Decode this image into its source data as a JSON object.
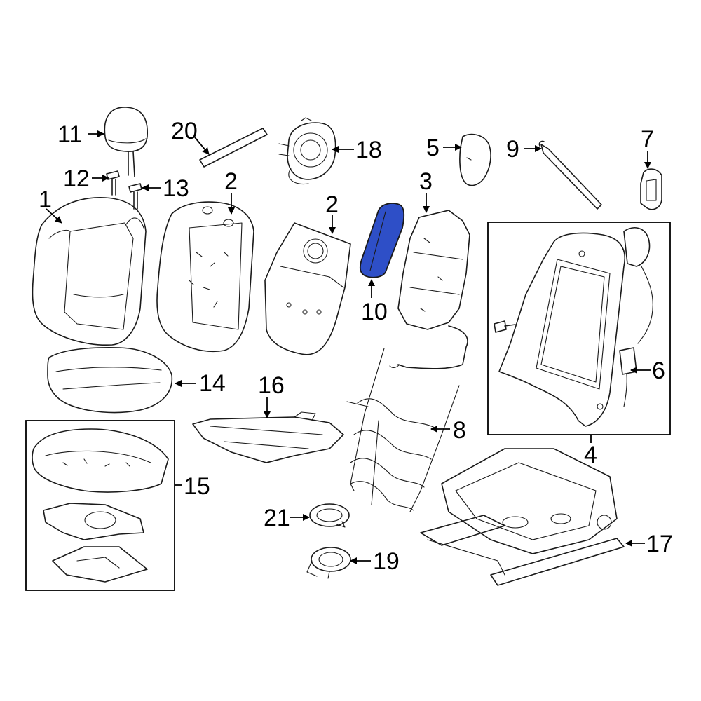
{
  "highlight_color": "#2e4fc7",
  "highlighted_part": "10",
  "callouts": {
    "c1": "1",
    "c2a": "2",
    "c2b": "2",
    "c3": "3",
    "c4": "4",
    "c5": "5",
    "c6": "6",
    "c7": "7",
    "c8": "8",
    "c9": "9",
    "c10": "10",
    "c11": "11",
    "c12": "12",
    "c13": "13",
    "c14": "14",
    "c15": "15",
    "c16": "16",
    "c17": "17",
    "c18": "18",
    "c19": "19",
    "c20": "20",
    "c21": "21"
  }
}
